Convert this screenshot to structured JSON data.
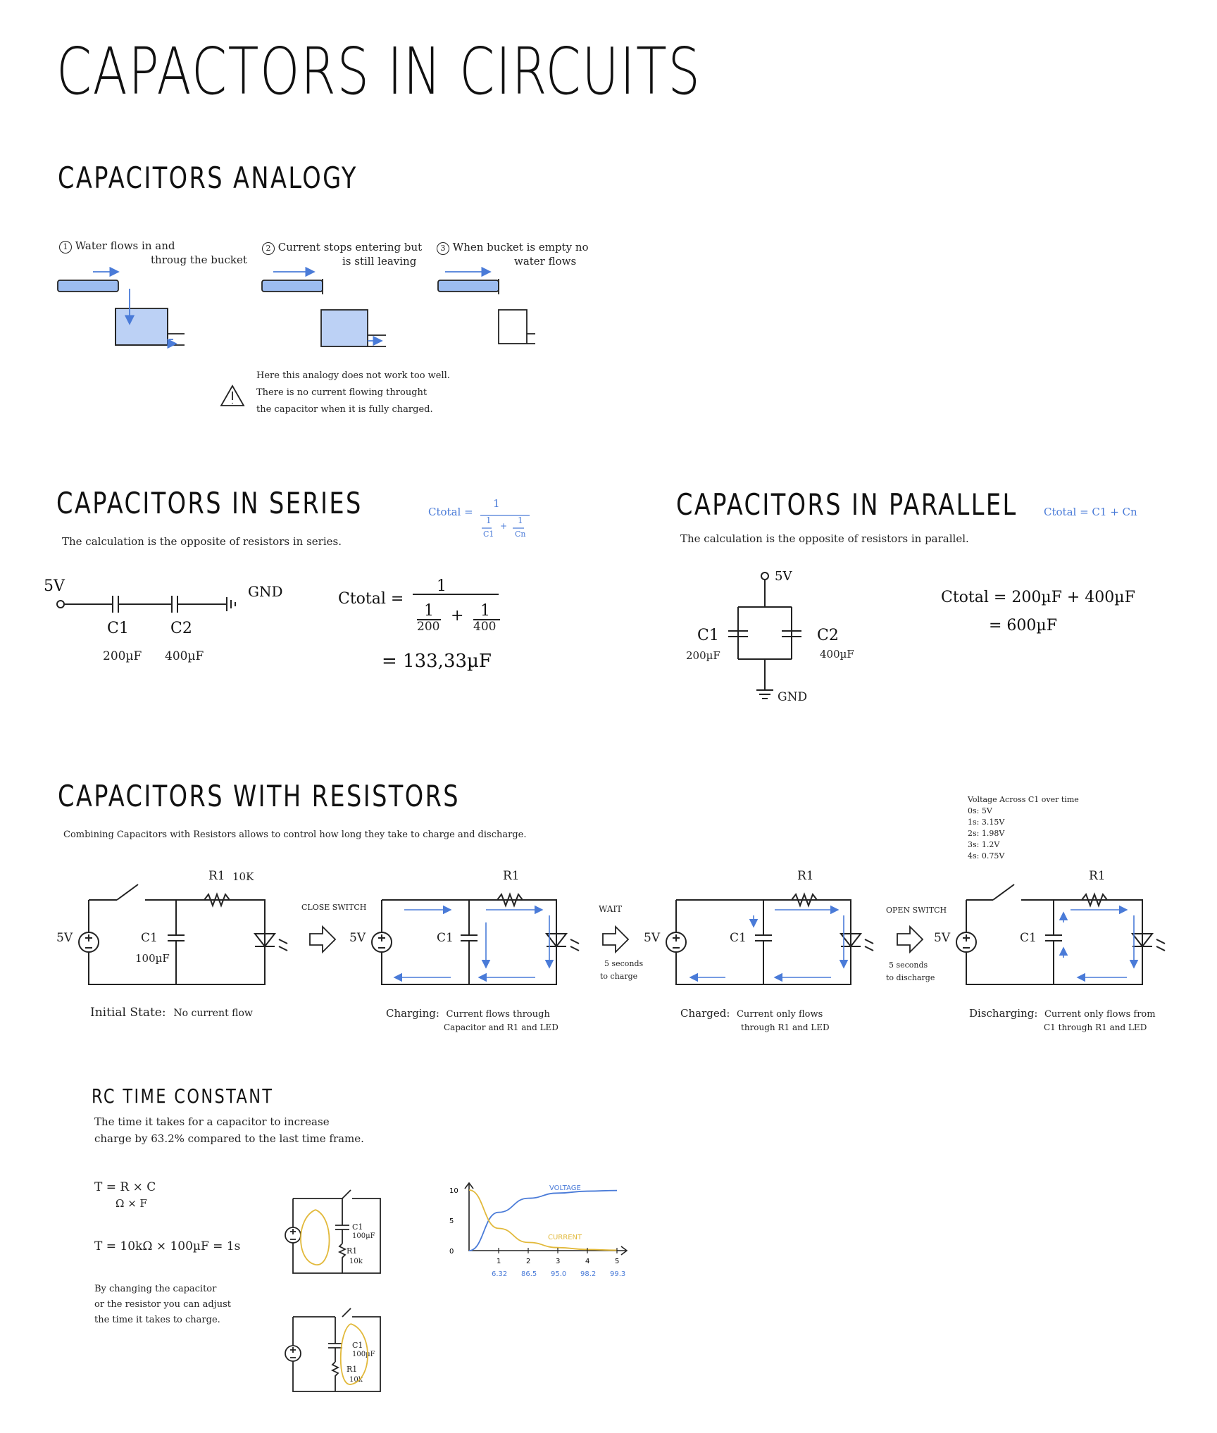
{
  "title": "CAPACTORS IN CIRCUITS",
  "analogy": {
    "heading": "CAPACITORS ANALOGY",
    "step1": {
      "num": "1",
      "line1": "Water flows in and",
      "line2": "throug the bucket"
    },
    "step2": {
      "num": "2",
      "line1": "Current stops entering but",
      "line2": "is still leaving"
    },
    "step3": {
      "num": "3",
      "line1": "When bucket is empty no",
      "line2": "water flows"
    },
    "warning": {
      "line1": "Here this analogy does not work too well.",
      "line2": "There is no current flowing throught",
      "line3": "the capacitor when it is fully charged."
    }
  },
  "series": {
    "heading": "CAPACITORS IN SERIES",
    "desc": "The calculation is the opposite of resistors in series.",
    "formula_lhs": "Ctotal =",
    "formula_num": "1",
    "formula_t1n": "1",
    "formula_t1d": "C1",
    "formula_plus": "+",
    "formula_t2n": "1",
    "formula_t2d": "Cn",
    "source": "5V",
    "gnd": "GND",
    "c1": "C1",
    "c2": "C2",
    "c1_val": "200µF",
    "c2_val": "400µF",
    "calc_lhs": "Ctotal =",
    "calc_num": "1",
    "calc_a_num": "1",
    "calc_a_den": "200",
    "calc_b_num": "1",
    "calc_b_den": "400",
    "calc_plus": "+",
    "result": "= 133,33µF"
  },
  "parallel": {
    "heading": "CAPACITORS IN PARALLEL",
    "desc": "The calculation is the opposite of resistors in parallel.",
    "formula": "Ctotal = C1 + Cn",
    "source": "5V",
    "gnd": "GND",
    "c1": "C1",
    "c2": "C2",
    "c1_val": "200µF",
    "c2_val": "400µF",
    "calc1": "Ctotal = 200µF + 400µF",
    "calc2": "= 600µF"
  },
  "resistors": {
    "heading": "CAPACITORS WITH RESISTORS",
    "desc": "Combining Capacitors with Resistors allows to control how long they take to charge and discharge.",
    "voltage_note": {
      "title": "Voltage Across C1 over time",
      "rows": [
        "0s: 5V",
        "1s: 3.15V",
        "2s: 1.98V",
        "3s: 1.2V",
        "4s: 0.75V"
      ]
    },
    "source": "5V",
    "r1": "R1",
    "r1_val": "10K",
    "c1": "C1",
    "c1_val": "100µF",
    "step_close": "CLOSE SWITCH",
    "step_wait": "WAIT",
    "wait_sub1": "5 seconds",
    "wait_sub2": "to charge",
    "step_open": "OPEN SWITCH",
    "open_sub1": "5 seconds",
    "open_sub2": "to discharge",
    "cap1_a": "Initial State:",
    "cap1_b": "No current flow",
    "cap2_a": "Charging:",
    "cap2_b": "Current flows through",
    "cap2_c": "Capacitor and R1 and LED",
    "cap3_a": "Charged:",
    "cap3_b": "Current only flows",
    "cap3_c": "through R1 and LED",
    "cap4_a": "Discharging:",
    "cap4_b": "Current only flows from",
    "cap4_c": "C1 through R1 and LED"
  },
  "rc": {
    "heading": "RC TIME CONSTANT",
    "desc1": "The time it takes for a capacitor to increase",
    "desc2": "charge by 63.2% compared to the last time frame.",
    "f1": "T = R × C",
    "f1b": "Ω × F",
    "f2": "T = 10kΩ × 100µF = 1s",
    "note1": "By changing the capacitor",
    "note2": "or the resistor you can adjust",
    "note3": "the time it takes to charge.",
    "c1_label": "C1",
    "c1_val": "100µF",
    "r1_label": "R1",
    "r1_val": "10k"
  },
  "chart_data": {
    "type": "line",
    "x": [
      0,
      1,
      2,
      3,
      4,
      5
    ],
    "series": [
      {
        "name": "VOLTAGE",
        "values": [
          0,
          6.32,
          8.65,
          9.5,
          9.82,
          9.93
        ]
      },
      {
        "name": "CURRENT",
        "values": [
          10,
          3.68,
          1.35,
          0.5,
          0.18,
          0.07
        ]
      }
    ],
    "yticks": [
      "10",
      "5",
      "0"
    ],
    "xticks": [
      "1",
      "2",
      "3",
      "4",
      "5"
    ],
    "value_labels": [
      "6.32",
      "86.5",
      "95.0",
      "98.2",
      "99.3"
    ],
    "ylim": [
      0,
      10
    ],
    "colors": {
      "voltage": "#4a7bd8",
      "current": "#e2b93b"
    }
  }
}
